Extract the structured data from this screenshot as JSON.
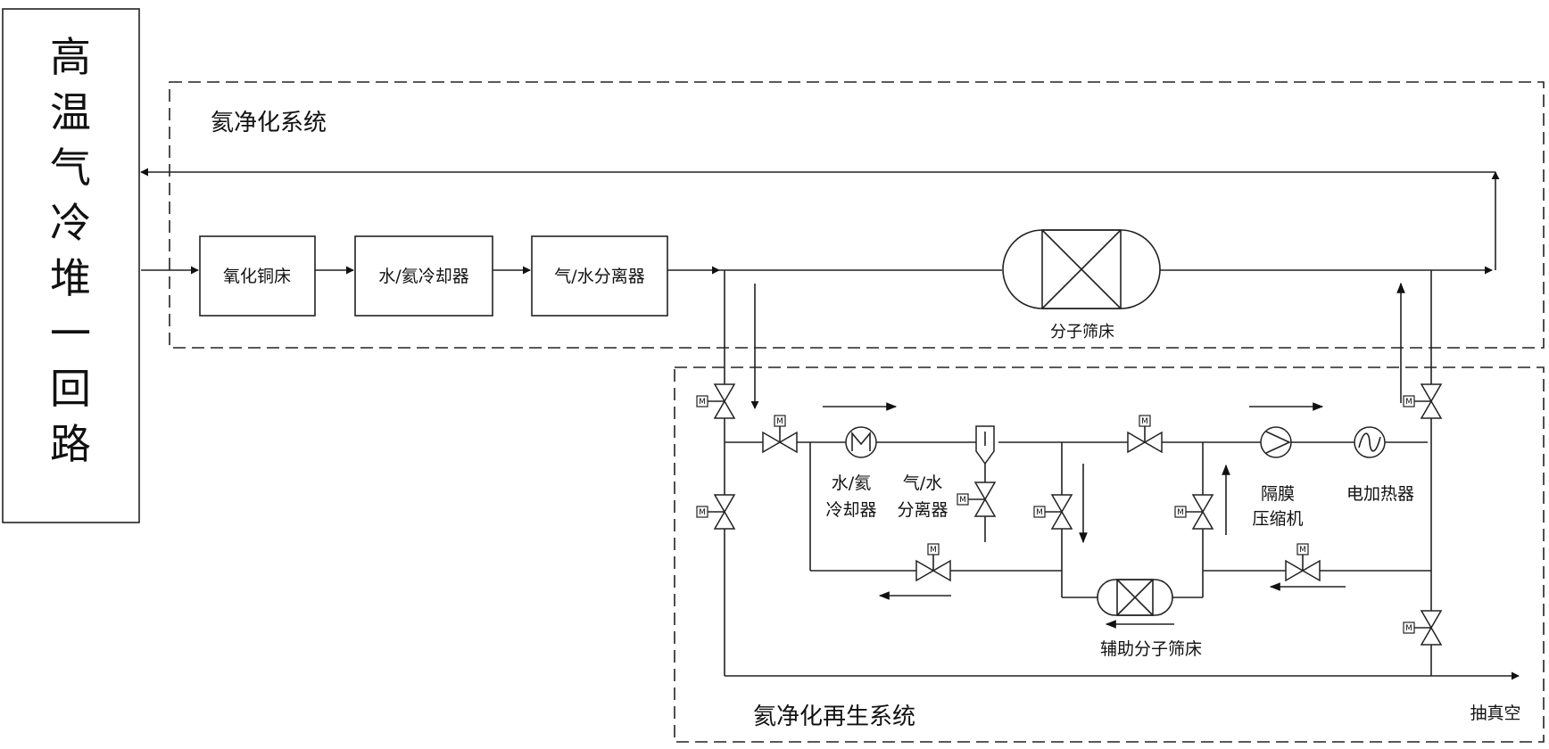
{
  "reactor_label_chars": [
    "高",
    "温",
    "气",
    "冷",
    "堆",
    "一",
    "回",
    "路"
  ],
  "purification_system": {
    "title": "氦净化系统"
  },
  "regeneration_system": {
    "title": "氦净化再生系统"
  },
  "components": {
    "copper_oxide_bed": "氧化铜床",
    "water_helium_cooler": "水/氦冷却器",
    "gas_water_separator": "气/水分离器",
    "molecular_sieve_bed": "分子筛床",
    "aux_cooler_line1": "水/氦",
    "aux_cooler_line2": "冷却器",
    "aux_separator_line1": "气/水",
    "aux_separator_line2": "分离器",
    "membrane_line1": "隔膜",
    "membrane_line2": "压缩机",
    "electric_heater": "电加热器",
    "aux_molecular_sieve_bed": "辅助分子筛床",
    "vacuum": "抽真空"
  },
  "valve_marker": "M"
}
